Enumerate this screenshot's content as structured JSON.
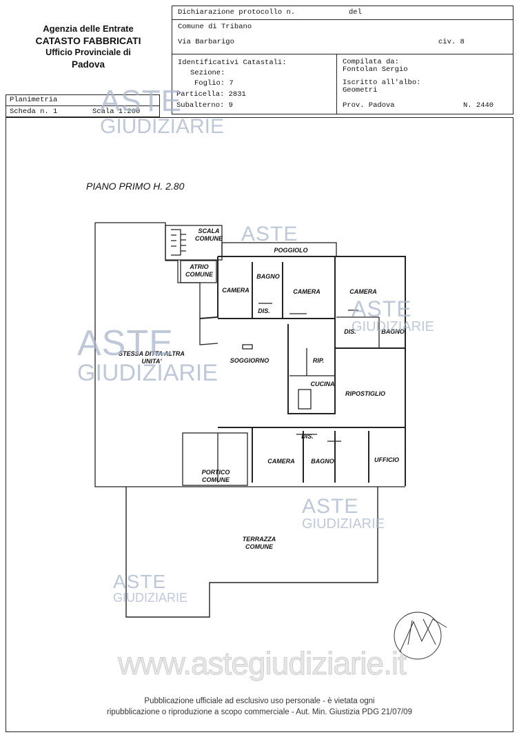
{
  "agency": {
    "line1": "Agenzia delle Entrate",
    "line2": "CATASTO FABBRICATI",
    "line3": "Ufficio Provinciale di",
    "line4": "Padova"
  },
  "header": {
    "protocol_label": "Dichiarazione protocollo n.",
    "del_label": "del",
    "comune": "Comune di Tribano",
    "via": "Via Barbarigo",
    "civ": "civ. 8",
    "id_label": "Identificativi Catastali:",
    "sezione": "Sezione:",
    "foglio": "Foglio: 7",
    "particella": "Particella: 2831",
    "subalterno": "Subalterno: 9",
    "compilata_label": "Compilata da:",
    "compilata_name": "Fontolan Sergio",
    "iscritto_label": "Iscritto all'albo:",
    "iscritto_value": "Geometri",
    "prov": "Prov. Padova",
    "numero": "N. 2440"
  },
  "scheda": {
    "planimetria": "Planimetria",
    "scheda": "Scheda n. 1",
    "scala": "Scala 1:200"
  },
  "plan": {
    "title": "PIANO PRIMO H. 2.80",
    "rooms": {
      "scala": "SCALA COMUNE",
      "poggiolo": "POGGIOLO",
      "atrio": "ATRIO COMUNE",
      "camera1": "CAMERA",
      "bagno1": "BAGNO",
      "camera2": "CAMERA",
      "camera3": "CAMERA",
      "dis1": "DIS.",
      "dis2": "DIS.",
      "bagno2": "BAGNO",
      "stessa": "STESSA DITTA ALTRA UNITA'",
      "soggiorno": "SOGGIORNO",
      "rip": "RIP.",
      "cucina": "CUCINA",
      "ripostiglio": "RIPOSTIGLIO",
      "dis3": "DIS.",
      "portico": "PORTICO COMUNE",
      "camera4": "CAMERA",
      "bagno3": "BAGNO",
      "ufficio": "UFFICIO",
      "terrazza": "TERRAZZA COMUNE"
    }
  },
  "watermark": {
    "aste": "ASTE",
    "giudiziarie": "GIUDIZIARIE",
    "site": "www.astegiudiziarie.it"
  },
  "footer": {
    "line1": "Pubblicazione ufficiale ad esclusivo uso personale - è vietata ogni",
    "line2": "ripubblicazione o riproduzione a scopo commerciale - Aut. Min. Giustizia PDG 21/07/09"
  }
}
